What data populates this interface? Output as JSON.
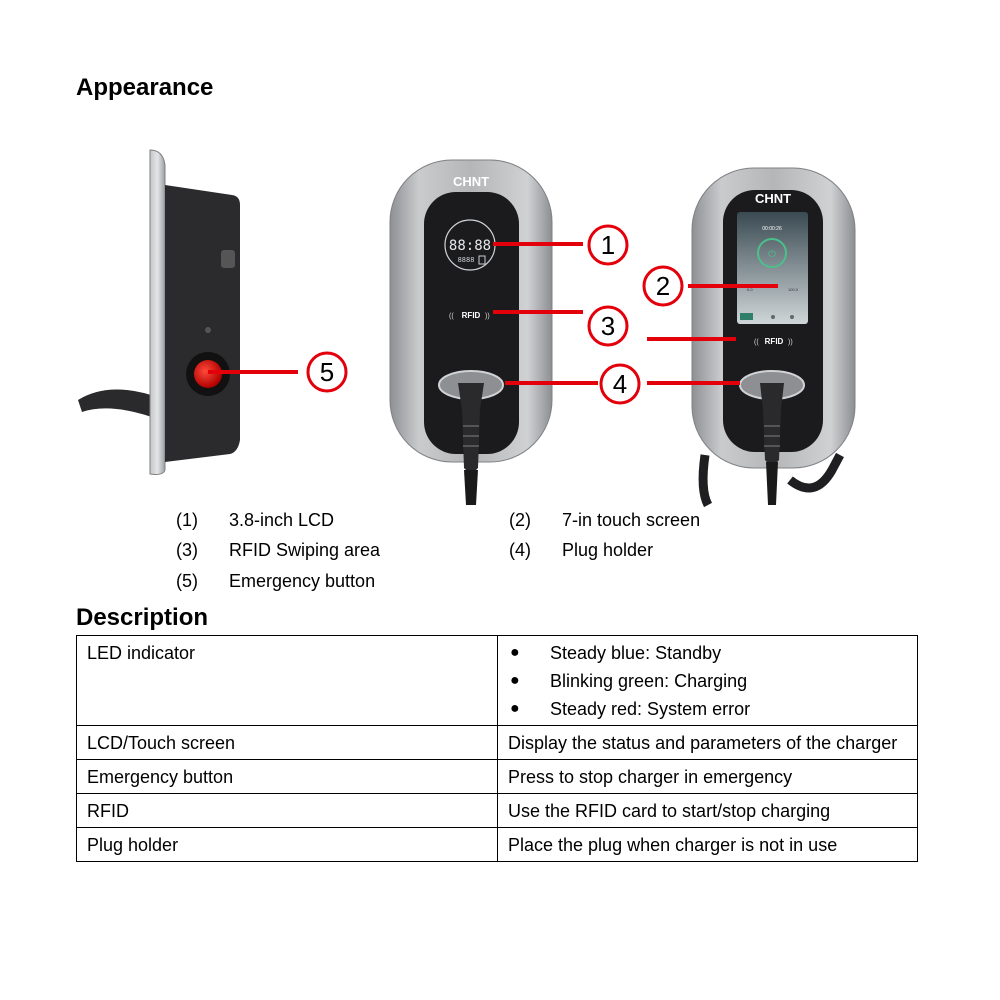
{
  "headings": {
    "appearance": "Appearance",
    "description": "Description"
  },
  "figure": {
    "brand": "CHNT",
    "lcd_time": "88:88",
    "lcd_small": "8888",
    "rfid_label": "RFID",
    "screen_time": "00:00:26",
    "screen_left_value": "0.0",
    "screen_right_value": "100.0",
    "callouts": [
      "1",
      "2",
      "3",
      "4",
      "5"
    ],
    "colors": {
      "callout": "#e3000b",
      "shell": "#a7a9ac",
      "panel": "#1b1b1d",
      "button": "#d40000"
    }
  },
  "legend": [
    {
      "num": "(1)",
      "text": "3.8-inch LCD"
    },
    {
      "num": "(2)",
      "text": "7-in touch screen"
    },
    {
      "num": "(3)",
      "text": "RFID Swiping area"
    },
    {
      "num": "(4)",
      "text": "Plug holder"
    },
    {
      "num": "(5)",
      "text": "Emergency button"
    }
  ],
  "table": {
    "rows": [
      {
        "label": "LED indicator",
        "bullets": [
          "Steady blue: Standby",
          "Blinking green: Charging",
          "Steady red: System error"
        ]
      },
      {
        "label": "LCD/Touch screen",
        "value": "Display the status and parameters of the charger"
      },
      {
        "label": "Emergency button",
        "value": "Press to stop charger in emergency"
      },
      {
        "label": "RFID",
        "value": "Use the RFID card to start/stop charging"
      },
      {
        "label": "Plug holder",
        "value": "Place the plug when charger is not in use"
      }
    ]
  }
}
